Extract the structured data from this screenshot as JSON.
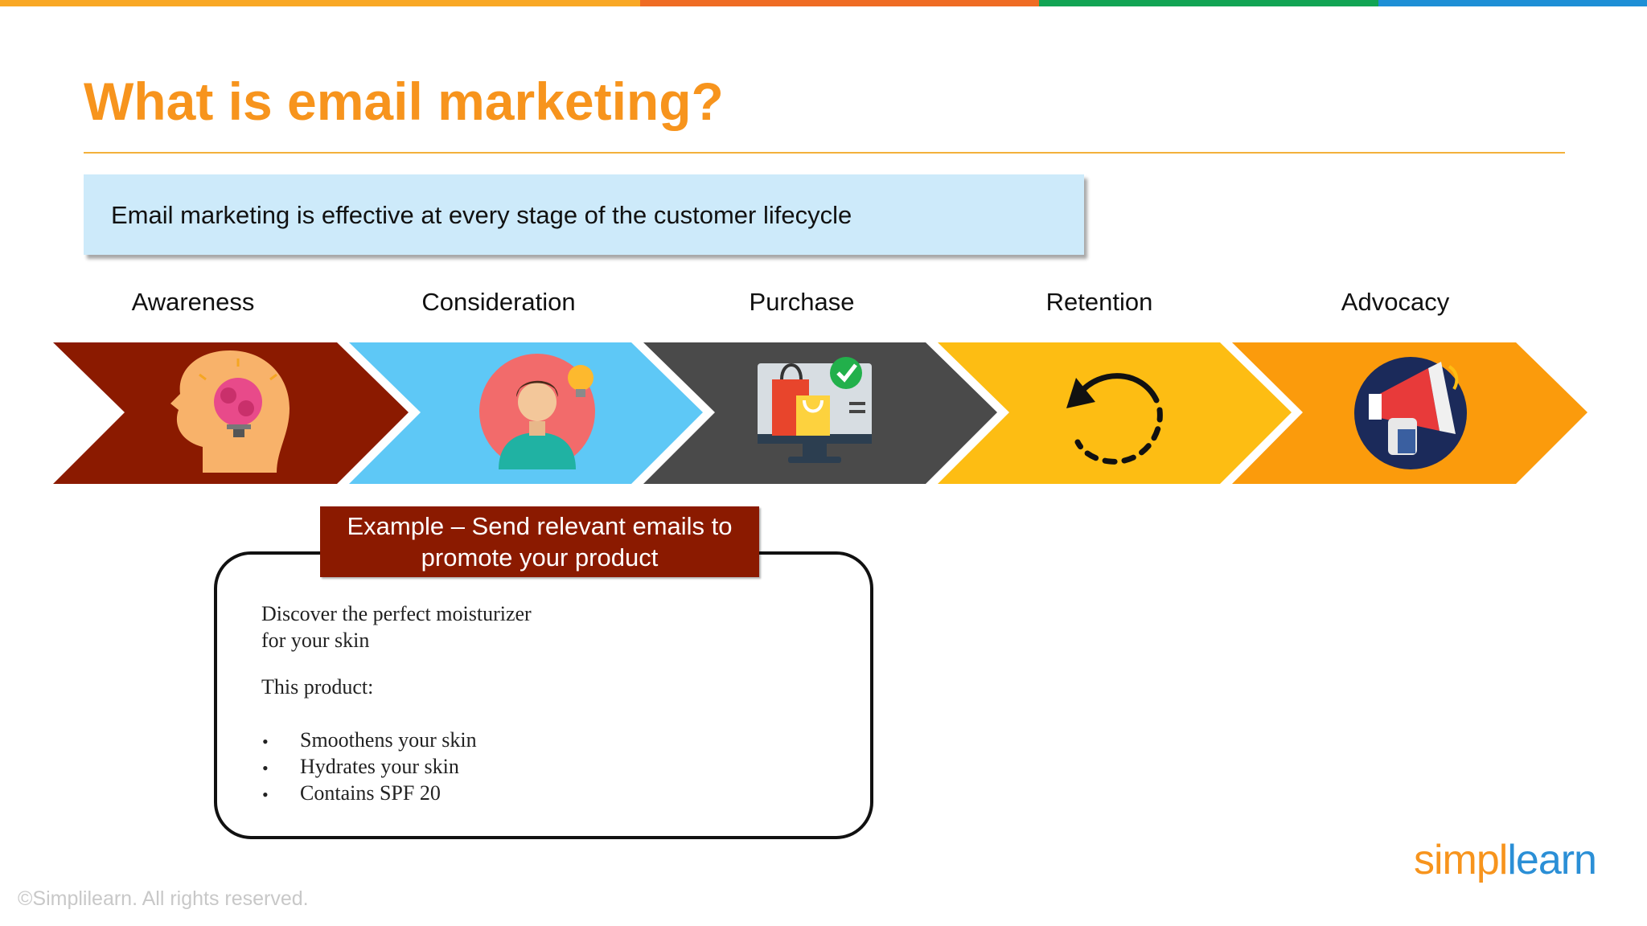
{
  "slide": {
    "title": "What is email marketing?",
    "lead_text": "Email marketing is effective at every stage of the customer lifecycle"
  },
  "colors": {
    "accent_orange": "#f7941d",
    "top_bar": [
      "#f9a825",
      "#ef6c24",
      "#12a454",
      "#1e8fd6"
    ],
    "stage_awareness": "#8b1a00",
    "stage_consideration": "#5ec8f6",
    "stage_purchase": "#4a4a4a",
    "stage_retention": "#fdbd13",
    "stage_advocacy": "#fb9b0c"
  },
  "stages": [
    {
      "label": "Awareness",
      "icon": "brain-head-icon"
    },
    {
      "label": "Consideration",
      "icon": "person-idea-icon"
    },
    {
      "label": "Purchase",
      "icon": "computer-shopping-icon"
    },
    {
      "label": "Retention",
      "icon": "circular-arrow-icon"
    },
    {
      "label": "Advocacy",
      "icon": "megaphone-icon"
    }
  ],
  "example": {
    "tag": [
      "Example – Send relevant emails to",
      "promote your product"
    ],
    "headline": [
      "Discover the perfect moisturizer",
      "for your skin"
    ],
    "intro": "This product:",
    "bullets": [
      "Smoothens your skin",
      "Hydrates your skin",
      "Contains SPF 20"
    ],
    "image_icon": "sunscreen-tube-icon"
  },
  "footer": {
    "copyright": "©Simplilearn. All rights reserved.",
    "logo_left": "simpl",
    "logo_right": "learn"
  }
}
